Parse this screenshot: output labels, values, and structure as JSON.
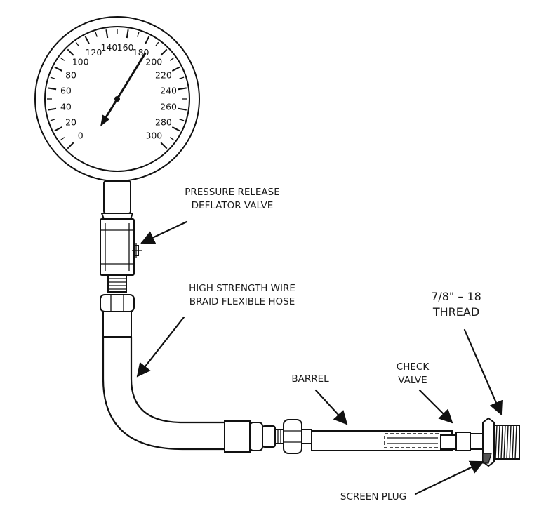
{
  "gauge": {
    "scale_min": 0,
    "scale_max": 300,
    "major_step": 20,
    "needle_value": 185,
    "tick_labels": [
      "0",
      "20",
      "40",
      "60",
      "80",
      "100",
      "120",
      "140",
      "160",
      "180",
      "200",
      "220",
      "240",
      "260",
      "280",
      "300"
    ]
  },
  "labels": {
    "pressure_release_line1": "PRESSURE RELEASE",
    "pressure_release_line2": "DEFLATOR VALVE",
    "hose_line1": "HIGH STRENGTH WIRE",
    "hose_line2": "BRAID FLEXIBLE HOSE",
    "thread_line1": "7/8\" – 18",
    "thread_line2": "THREAD",
    "check_valve_line1": "CHECK",
    "check_valve_line2": "VALVE",
    "barrel": "BARREL",
    "screen_plug": "SCREEN PLUG"
  }
}
